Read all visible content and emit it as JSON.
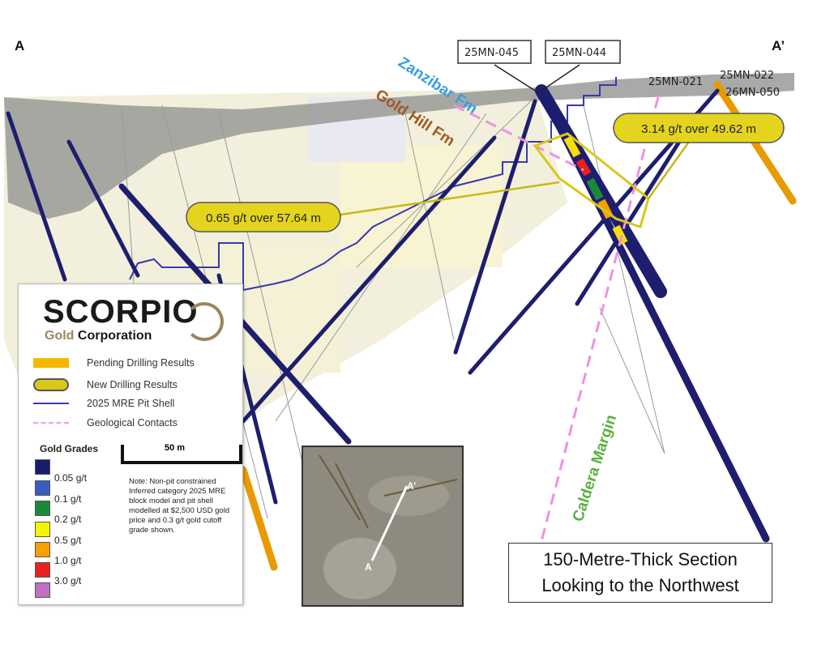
{
  "section_labels": {
    "start": "A",
    "end": "A’"
  },
  "hole_labels": {
    "h045": "25MN-045",
    "h044": "25MN-044",
    "h021": "25MN-021",
    "h022": "25MN-022",
    "h050": "26MN-050"
  },
  "formations": {
    "zanzibar": "Zanzibar Fm",
    "gold_hill": "Gold Hill Fm",
    "caldera": "Caldera Margin"
  },
  "intercepts": {
    "left": "0.65 g/t over 57.64 m",
    "right": "3.14 g/t over 49.62 m"
  },
  "legend": {
    "logo_main": "SCORPIO",
    "logo_gold": "Gold",
    "logo_corp": "Corporation",
    "items": [
      {
        "label": "Pending Drilling Results",
        "color": "#f5a800"
      },
      {
        "label": "New Drilling Results",
        "color": "#d9c81a"
      },
      {
        "label": "2025 MRE Pit Shell",
        "color": "#3b3bb0"
      },
      {
        "label": "Geological Contacts",
        "color": "#f0a0e0"
      }
    ],
    "grades_title": "Gold Grades",
    "grades": [
      {
        "label": "0.05 g/t",
        "color": "#1b1b6e"
      },
      {
        "label": "0.1  g/t",
        "color": "#3a5cc0"
      },
      {
        "label": "0.2  g/t",
        "color": "#1a8a3a"
      },
      {
        "label": "0.5  g/t",
        "color": "#f5f500"
      },
      {
        "label": "1.0  g/t",
        "color": "#f5a000"
      },
      {
        "label": "3.0  g/t",
        "color": "#e82020"
      },
      {
        "label": "",
        "color": "#c070c0"
      }
    ],
    "scale_label": "50 m",
    "note": "Note: Non-pit constrained Inferred category 2025 MRE block model and pit shell modelled at $2,500 USD gold price and 0.3 g/t gold cutoff grade shown."
  },
  "inset": {
    "a": "A",
    "a_prime": "A’"
  },
  "section_box": {
    "line1": "150-Metre-Thick Section",
    "line2": "Looking to the Northwest"
  }
}
